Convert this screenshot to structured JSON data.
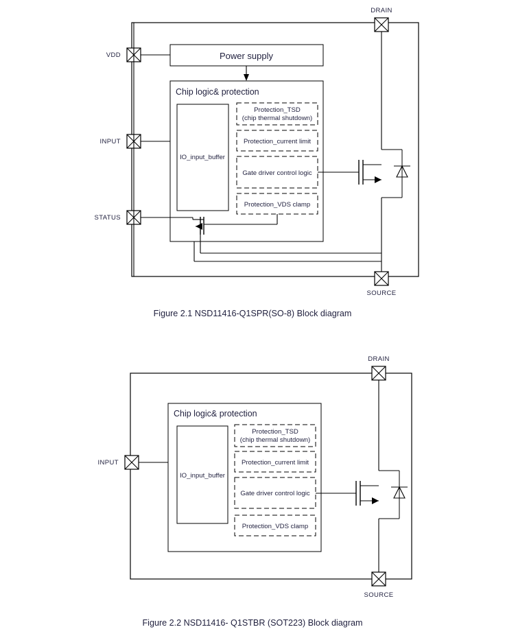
{
  "document": {
    "type": "datasheet-block-diagrams",
    "figures": [
      {
        "id": "figure-2-1",
        "caption": "Figure 2.1 NSD11416-Q1SPR(SO-8) Block diagram",
        "pins": [
          {
            "name": "VDD",
            "label": "VDD",
            "side": "left"
          },
          {
            "name": "INPUT",
            "label": "INPUT",
            "side": "left"
          },
          {
            "name": "STATUS",
            "label": "STATUS",
            "side": "left"
          },
          {
            "name": "DRAIN",
            "label": "DRAIN",
            "side": "top"
          },
          {
            "name": "SOURCE",
            "label": "SOURCE",
            "side": "bottom"
          }
        ],
        "blocks": {
          "power_supply": "Power supply",
          "chip_logic_title": "Chip logic& protection",
          "io_input_buffer": "IO_input_buffer",
          "protection_tsd_line1": "Protection_TSD",
          "protection_tsd_line2": "(chip thermal shutdown)",
          "protection_current_limit": "Protection_current limit",
          "gate_driver": "Gate driver control logic",
          "protection_vds_clamp": "Protection_VDS clamp"
        },
        "symbols": {
          "power_mosfet": "n-channel-mosfet-with-body-diode",
          "status_transistor": "n-channel-open-drain-transistor",
          "pin_pad": "crossed-square-pad"
        }
      },
      {
        "id": "figure-2-2",
        "caption": "Figure 2.2 NSD11416- Q1STBR (SOT223) Block diagram",
        "pins": [
          {
            "name": "INPUT",
            "label": "INPUT",
            "side": "left"
          },
          {
            "name": "DRAIN",
            "label": "DRAIN",
            "side": "top"
          },
          {
            "name": "SOURCE",
            "label": "SOURCE",
            "side": "bottom"
          }
        ],
        "blocks": {
          "chip_logic_title": "Chip logic& protection",
          "io_input_buffer": "IO_input_buffer",
          "protection_tsd_line1": "Protection_TSD",
          "protection_tsd_line2": "(chip thermal shutdown)",
          "protection_current_limit": "Protection_current limit",
          "gate_driver": "Gate driver control logic",
          "protection_vds_clamp": "Protection_VDS clamp"
        },
        "symbols": {
          "power_mosfet": "n-channel-mosfet-with-body-diode",
          "pin_pad": "crossed-square-pad"
        }
      }
    ],
    "colors": {
      "line": "#000000",
      "text": "#1f1f3d",
      "background": "#ffffff"
    }
  }
}
